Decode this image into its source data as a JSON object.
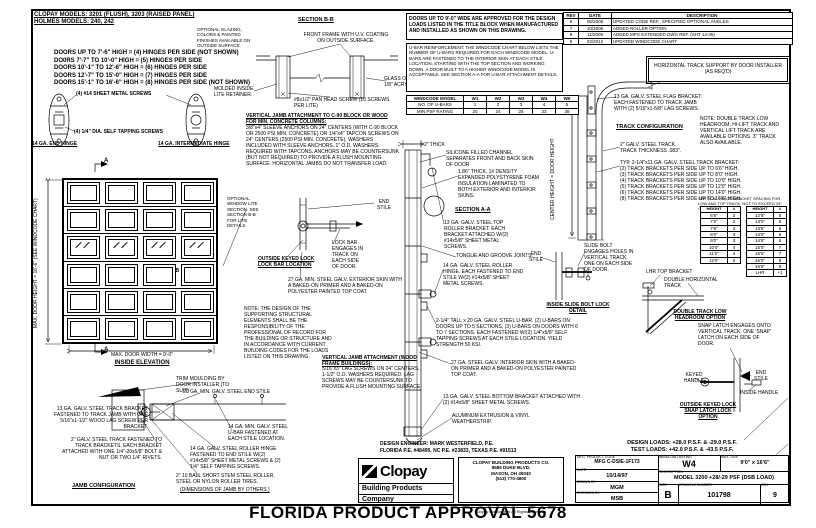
{
  "banner": "FLORIDA PRODUCT APPROVAL 5678",
  "header": {
    "models_line1": "CLOPAY MODELS: 3201 (FLUSH), 3203 (RAISED PANEL)",
    "models_line2": "HOLMES MODELS: 240, 242",
    "finish_note": "OPTIONAL GLAZING, COLORS & PAINTED FINISHES AVAILABLE ON OUTSIDE SURFACE.",
    "hinge_schedule": [
      "DOORS UP TO 7'-6\" HIGH = (4) HINGES PER SIDE (NOT SHOWN)",
      "DO0RS 7'-7\" TO 10'-0\" HIGH = (5) HINGES PER SIDE",
      "DOORS 10'-1\" TO 12'-6\" HIGH = (6) HINGES PER SIDE",
      "DOORS 12'-7\" TO 15'-0\" HIGH = (7) HINGES PER SIDE",
      "DOORS 15'-1\" TO 16'-6\" HIGH = (8) HINGES PER SIDE (NOT SHOWN)"
    ]
  },
  "hinges": {
    "screws_top": "(4) #14 SHEET METAL SCREWS",
    "screws_bottom": "(4) 1/4\" DIA. SELF TAPPING SCREWS",
    "end_label": "14 GA. END HINGE",
    "intermediate_label": "14 GA. INTERMEDIATE HINGE"
  },
  "elevation": {
    "height_dim": "MAX. DOOR HEIGHT = 16'-6\" (SEE WINDCODE CHART)",
    "width_dim": "MAX. DOOR WIDTH = 9'-0\"",
    "label": "INSIDE ELEVATION",
    "section_marker": "A",
    "detail_marker": "B",
    "window_note": "OPTIONAL WINDOW LITE SECTION. SEE SECTION B-B FOR LITE DETAILS."
  },
  "section_bb": {
    "title": "SECTION B-B",
    "front_frame": "FRONT FRAME WITH U.V. COATING ON OUTSIDE SURFACE.",
    "glass": "GLASS OR 1/8\" ACRYLIC",
    "screw": "#8x1/2\" PAN HEAD SCREW (10 SCREWS PER LITE)",
    "retainer": "MOLDED INSIDE LITE RETAINER."
  },
  "jamb_masonry": {
    "title": "VERTICAL JAMB ATTACHMENT TO C-90 BLOCK OR WOOD FOR MIN. CONCRETE COLUMNS:",
    "body": "3/8\"x4\" SLEEVE ANCHORS ON 24\" CENTERS (WITH C-90 BLOCK OR 2500 PSI MIN. CONCRETE) OR 1/4\"x4\" TAPCON SCREWS ON 24\" CENTERS (2500 PSI MIN. CONCRETE). WASHERS INCLUDED WITH SLEEVE ANCHORS. 1\" O.D. WASHERS REQUIRED WITH TAPCONS. ANCHORS MAY BE COUNTERSUNK (BUT NOT REQUIRED) TO PROVIDE A FLUSH MOUNTING SURFACE. HORIZONTAL JAMBS DO NOT TRANSFER LOAD."
  },
  "jamb_wood": {
    "title": "VERTICAL JAMB ATTACHMENT (WOOD FRAME BUILDINGS):",
    "body": "5/16\"x3\" LAG SCREWS ON 24\" CENTERS. 1-1/2\" O.D. WASHERS REQUIRED. LAG SCREWS MAY BE COUNTERSUNK TO PROVIDE A FLUSH MOUNTING SURFACE."
  },
  "structural_note": "NOTE: THE DESIGN OF THE SUPPORTING STRUCTURAL ELEMENTS SHALL BE THE RESPONSIBILITY OF THE PROFESSIONAL OF RECORD FOR THE BUILDING OR STRUCTURE AND IN ACCORDANCE WITH CURRENT BUILDING CODES FOR THE LOADS LISTED ON THIS DRAWING.",
  "windcode": {
    "approval_note": "DOORS UP TO 9'-0\" WIDE ARE APPROVED FOR THE DESIGN LOADS LISTED IN THE TITLE BLOCK WHEN MANUFACTURED AND INSTALLED AS SHOWN ON THIS DRAWING.",
    "ubar_note": "U-BAR REINFORCEMENT: THE WINDCODE CHART BELOW LISTS THE NUMBER OF U-BARS REQUIRED FOR EACH WINDCODE MODEL. U-BARS ARE FASTENED TO THE INTERIOR SKIN AT EACH STILE LOCATION, STARTING WITH THE TOP SECTION AND WORKING DOWN. A DOOR BUILT TO A HIGHER WINDCODE MODEL IS ACCEPTABLE. SEE SECTION A-A FOR U-BAR ATTACHMENT DETAILS.",
    "table": {
      "headers": [
        "WINDCODE MODEL",
        "W1",
        "W2",
        "W3",
        "W4",
        "W5"
      ],
      "rows": [
        [
          "NO. OF U-BARS",
          "1",
          "2",
          "3",
          "4",
          "5"
        ],
        [
          "MIN PSF RATING",
          "20",
          "24",
          "28",
          "33",
          "38"
        ]
      ]
    }
  },
  "revisions": {
    "headers": [
      "REV",
      "DATE",
      "DESCRIPTION"
    ],
    "rows": [
      [
        "6",
        "05/2008",
        "UPDATED CODE REF., SPECIFIED OPTIONAL ANGLES"
      ],
      [
        "7",
        "10/2008",
        "ADDED ROLLER OPTION"
      ],
      [
        "8",
        "11/2009",
        "ADDED MFG EXTENDED DWG REF. (SHT 14-35)"
      ],
      [
        "9",
        "02/2012",
        "UPDATED WINDCODE CHART"
      ]
    ]
  },
  "track": {
    "support_note": "HORIZONTAL TRACK SUPPORT BY DOOR INSTALLER (AS REQ'D)",
    "flag_note": "13 GA. GALV. STEEL FLAG BRACKET. EACH FASTENED TO TRACK JAMB WITH (2) 5/16\"x1-5/8\" LAG SCREWS.",
    "title": "TRACK CONFIGURATION",
    "options_note": "NOTE: DOUBLE TRACK LOW HEADROOM, HI-LIFT TRACK AND VERTICAL LIFT TRACK ARE AVAILABLE OPTIONS. 3\" TRACK ALSO AVAILABLE.",
    "track_spec": "2\" GALV. STEEL TRACK. TRACK THICKNESS .083\".",
    "bracket_spec": "TYP. 2-1/4\"x11 GA. GALV. STEEL TRACK BRACKET:",
    "bracket_lines": [
      "(2) TRACK BRACKETS PER SIDE UP TO 6'6\" HIGH.",
      "(3) TRACK BRACKETS PER SIDE UP TO 8'0\" HIGH.",
      "(4) TRACK BRACKETS PER SIDE UP TO 10'0\" HIGH.",
      "(5) TRACK BRACKETS PER SIDE UP TO 12'0\" HIGH.",
      "(6) TRACK BRACKETS PER SIDE UP TO 14'0\" HIGH.",
      "(8) TRACK BRACKETS PER SIDE UP TO 16'6\" HIGH."
    ],
    "tables_caption": "VERTICAL TRACK BRACKET SPACING FOR LOW AND TOP TRACK. NOT TO EXCEED 24\" O.C. MAX.",
    "table_left": {
      "headers": [
        "HEIGHT",
        "#"
      ],
      "rows": [
        [
          "6'6\"",
          "2"
        ],
        [
          "7'0\"",
          "2"
        ],
        [
          "7'6\"",
          "3"
        ],
        [
          "8'0\"",
          "3"
        ],
        [
          "9'0\"",
          "3"
        ],
        [
          "10'0\"",
          "4"
        ],
        [
          "11'0\"",
          "4"
        ],
        [
          "12'0\"",
          "5"
        ]
      ]
    },
    "table_right": {
      "headers": [
        "HEIGHT",
        "#"
      ],
      "rows": [
        [
          "12'6\"",
          "5"
        ],
        [
          "13'0\"",
          "5"
        ],
        [
          "13'6\"",
          "6"
        ],
        [
          "14'0\"",
          "6"
        ],
        [
          "14'6\"",
          "6"
        ],
        [
          "15'0\"",
          "7"
        ],
        [
          "15'6\"",
          "7"
        ],
        [
          "16'0\"",
          "8"
        ],
        [
          "16'6\"",
          "8"
        ],
        [
          "LHR",
          "+1"
        ]
      ]
    },
    "lhr_top_bracket": "LHR TOP BRACKET",
    "double_horizontal": "DOUBLE HORIZONTAL TRACK",
    "lhr_title": "DOUBLE TRACK LOW HEADROOM OPTION",
    "dim_label": "CENTER HEIGHT = DOOR HEIGHT"
  },
  "locks": {
    "outside_keyed_title": "OUTSIDE KEYED LOCK\nLOCK BAR LOCATION",
    "lock_bar_note": "LOCK BAR ENGAGES IN TRACK ON EACH SIDE OF DOOR.",
    "exterior_skin_note": "27 GA. MIN. STEEL GALV. EXTERIOR SKIN WITH A BAKED-ON PRIMER AND A BAKED-ON POLYESTER PAINTED TOP COAT.",
    "end_stile": "END STILE",
    "slide_bolt_note": "SLIDE BOLT ENGAGES HOLES IN VERTICAL TRACK. ONE ON EACH SIDE OF DOOR.",
    "slide_bolt_title": "INSIDE SLIDE BOLT LOCK DETAIL",
    "snap_note": "SNAP LATCH ENGAGES ONTO VERTICAL TRACK. ONE 'SNAP' LATCH ON EACH SIDE OF DOOR.",
    "snap_title": "OUTSIDE KEYED LOCK SNAP LATCH LOCK OPTION",
    "keyed_handle": "KEYED HANDLE",
    "inside_handle": "INSIDE HANDLE"
  },
  "section_aa": {
    "title": "SECTION A-A",
    "thick": "2\" THICK",
    "silicone": "SILICONE FILLED CHANNEL SEPARATES FRONT AND BACK SKIN OF DOOR",
    "foam": "1.86\" THICK, 1# DENSITY EXPANDED POLYSTYRENE FOAM INSULATION LAMINATED TO BOTH EXTERIOR AND INTERIOR SKINS.",
    "top_bracket": "13 GA. GALV. STEEL TOP ROLLER BRACKET. EACH BRACKET ATTACHED W/(2) #14x5/8\" SHEET METAL SCREWS.",
    "tongue": "TONGUE AND GROOVE JOINTS.",
    "roller_hinge": "14 GA. GALV. STEEL ROLLER HINGE. EACH FASTENED TO END STILE W/(2) #14x5/8\" SHEET METAL SCREWS.",
    "ubar": "2-1/4\" TALL x 20 GA. GALV. STEEL U-BAR. (2) U-BARS ON DOORS UP TO 5 SECTIONS, (3) U-BARS ON DOORS WITH 6 TO 7 SECTIONS. EACH FASTENED W/(2) 1/4\"x5/8\" SELF TAPPING SCREWS AT EACH STILE LOCATION. YIELD STRENGTH 50 KSI.",
    "interior_skin": "27 GA. STEEL GALV. INTERIOR SKIN WITH A BAKED-ON PRIMER AND A BAKED-ON POLYESTER PAINTED TOP COAT.",
    "bottom_bracket": "13 GA. GALV. STEEL BOTTOM BRACKET ATTACHED WITH (2) #14x5/8\" SHEET METAL SCREWS.",
    "weatherstrip": "ALUMINUM EXTRUSION & VINYL WEATHERSTRIP.",
    "end_stile": "END STILE"
  },
  "jamb_config": {
    "trim_note": "TRIM MOULDING BY DOOR INSTALLER (TO SUIT)",
    "end_stile_note": "20 GA. MIN. GALV. STEEL END STILE",
    "bracket_note": "13 GA. GALV. STEEL TRACK BRACKET FASTENED TO TRACK JAMB WITH ONE 5/16\"x1-1/2\" WOOD LAG SCREW PER BRACKET.",
    "track_note": "2\" GALV. STEEL TRACK FASTENED TO TRACK BRACKETS. EACH BRACKET ATTACHED WITH ONE 1/4\"-20x5/8\" BOLT & NUT OR TWO 1/4\" RIVETS.",
    "title": "JAMB CONFIGURATION",
    "stile_note": "14 GA. MIN. GALV. STEEL U-BAR FASTENED AT EACH STILE LOCATION.",
    "hinge_note": "14 GA. GALV. STEEL ROLLER HINGE FASTENED TO END STILE W/(2) #14x5/8\" SHEET METAL SCREWS & (2) 1/4\" SELF TAPPING SCREWS.",
    "roller_note": "2\" 10 BALL SHORT STEM STEEL ROLLER. STEEL OR NYLON ROLLER TIRES.",
    "dims_note": "(DIMENSIONS OF JAMB BY OTHERS.)"
  },
  "company": {
    "engineer_line1": "DESIGN ENGINEER: MARK WESTERFIELD, P.E.",
    "engineer_line2": "FLORIDA P.E. #48495, NC P.E. #23833, TEXAS P.E. #91513",
    "logo_name": "Clopay",
    "logo_sub1": "Building Products",
    "logo_sub2": "Company",
    "address_lines": [
      "CLOPAY BUILDING PRODUCTS CO.",
      "8585 DUKE BLVD.",
      "MASON, OH 45040",
      "(513) 770-4800"
    ],
    "copyright": "Clopay Corporation All Rights Reserved"
  },
  "titleblock": {
    "design_loads": "DESIGN LOADS:  +28.0 P.S.F. & -29.0 P.S.F.",
    "test_loads": "TEST LOADS:  +42.0 P.S.F. & -43.5 P.S.F.",
    "code_label": "MFG. PRODUCT CODE",
    "code_value": "MFG C-DSIE-1F173",
    "date_label": "DATE",
    "date_value": "10/14/97",
    "drawn_label": "DRAWN BY",
    "drawn_value": "MGM",
    "checked_label": "CHECKED BY",
    "checked_value": "MSB",
    "wind_label": "WINDLOAD RATING",
    "wind_value": "W4",
    "size_label": "MAX. SIZE",
    "size_value": "9'0\" x 16'6\"",
    "desc_label": "DESCRIPTION",
    "desc_value": "MODEL 3200 +28/-29 PSF (DSB LOAD)",
    "sheet_size_label": "SIZE",
    "sheet_size_value": "B",
    "dwg_label": "DRAWING NUMBER",
    "dwg_value": "101798",
    "rev_label": "REV",
    "rev_value": "9"
  }
}
